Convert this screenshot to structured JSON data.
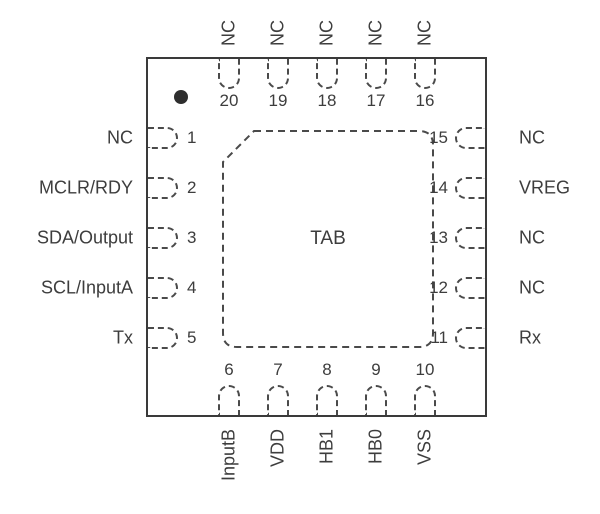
{
  "diagram": {
    "tab_label": "TAB",
    "pins": {
      "left": [
        {
          "num": "1",
          "label": "NC"
        },
        {
          "num": "2",
          "label": "MCLR/RDY"
        },
        {
          "num": "3",
          "label": "SDA/Output"
        },
        {
          "num": "4",
          "label": "SCL/InputA"
        },
        {
          "num": "5",
          "label": "Tx"
        }
      ],
      "bottom": [
        {
          "num": "6",
          "label": "InputB"
        },
        {
          "num": "7",
          "label": "VDD"
        },
        {
          "num": "8",
          "label": "HB1"
        },
        {
          "num": "9",
          "label": "HB0"
        },
        {
          "num": "10",
          "label": "VSS"
        }
      ],
      "right": [
        {
          "num": "15",
          "label": "NC"
        },
        {
          "num": "14",
          "label": "VREG"
        },
        {
          "num": "13",
          "label": "NC"
        },
        {
          "num": "12",
          "label": "NC"
        },
        {
          "num": "11",
          "label": "Rx"
        }
      ],
      "top": [
        {
          "num": "20",
          "label": "NC"
        },
        {
          "num": "19",
          "label": "NC"
        },
        {
          "num": "18",
          "label": "NC"
        },
        {
          "num": "17",
          "label": "NC"
        },
        {
          "num": "16",
          "label": "NC"
        }
      ]
    },
    "colors": {
      "line": "#3a3a3a",
      "pad_dash": "#4a4a4a",
      "text": "#3d3d3d",
      "background": "#ffffff"
    }
  }
}
